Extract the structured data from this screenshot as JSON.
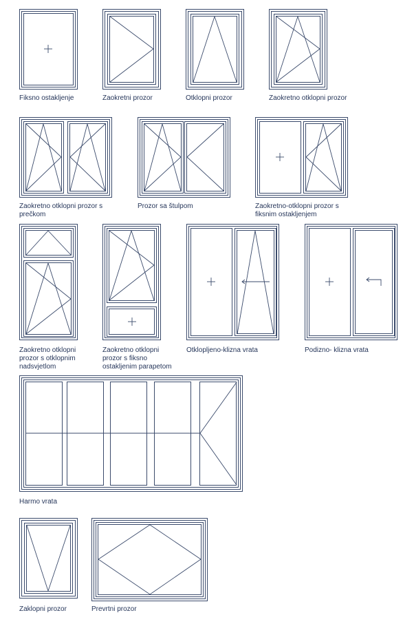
{
  "colors": {
    "line": "#3a4a6b",
    "text": "#26365a",
    "background": "#ffffff"
  },
  "items": [
    {
      "label": "Fiksno ostakljenje"
    },
    {
      "label": "Zaokretni prozor"
    },
    {
      "label": "Otklopni prozor"
    },
    {
      "label": "Zaokretno otklopni prozor"
    },
    {
      "label": "Zaokretno otklopni prozor s prečkom"
    },
    {
      "label": "Prozor sa štulpom"
    },
    {
      "label": "Zaokretno-otklopni prozor s fiksnim ostakljenjem"
    },
    {
      "label": "Zaokretno otklopni prozor s otklopnim nadsvjetlom"
    },
    {
      "label": "Zaokretno otklopni prozor s fiksno ostakljenim parapetom"
    },
    {
      "label": "Otklopljeno-klizna vrata"
    },
    {
      "label": "Podizno- klizna vrata"
    },
    {
      "label": "Harmo vrata"
    },
    {
      "label": "Zaklopni prozor"
    },
    {
      "label": "Prevrtni prozor"
    }
  ]
}
